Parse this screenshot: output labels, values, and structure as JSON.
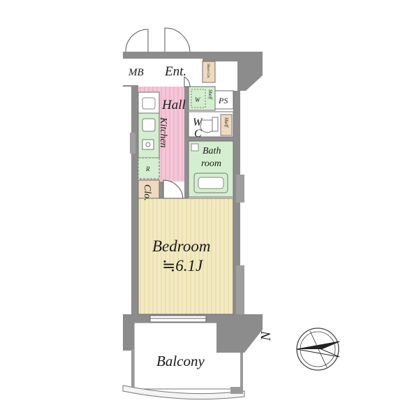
{
  "labels": {
    "mb": "MB",
    "ent": "Ent.",
    "shoes": "Shoes Clo.",
    "shelf1": "Shelf",
    "w": "W",
    "ps": "PS",
    "hall": "Hall",
    "kitchen": "Kitchen",
    "wc1": "W",
    "wc2": "C",
    "shelf2": "Shelf",
    "bath1": "Bath",
    "bath2": "room",
    "r": "R",
    "clo": "Clo.",
    "bedroom": "Bedroom",
    "area": "≒6.1J",
    "balcony": "Balcony",
    "north": "N"
  },
  "colors": {
    "wall": "#8c8c8c",
    "pink": "#f2bfd3",
    "green": "#d4efcf",
    "beige": "#f1e9bf",
    "tan": "#efd9bf"
  }
}
